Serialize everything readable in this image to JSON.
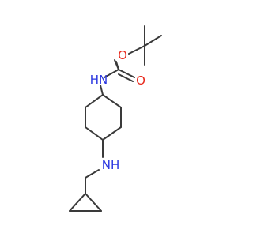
{
  "molecule": {
    "atoms": {
      "oxygen_ester": "O",
      "oxygen_carbonyl": "O",
      "nitrogen_carbamate": "H​N",
      "nitrogen_amine": "N​H"
    },
    "label_texts": {
      "carbamate_nh": "HN",
      "amine_nh": "NH"
    }
  },
  "colors": {
    "bond": "#3a3a3a",
    "oxygen": "#e8291c",
    "nitrogen": "#2a36e0"
  }
}
